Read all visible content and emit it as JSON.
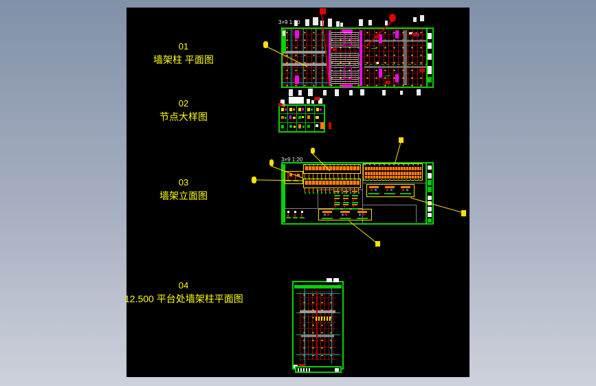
{
  "workspace": {
    "kind": "cad-black-viewport",
    "background_top": "#8191a9",
    "background_bottom": "#cdd1db",
    "canvas_color": "#000000"
  },
  "figures": [
    {
      "number": "01",
      "title": "墙架柱 平面图"
    },
    {
      "number": "02",
      "title": "节点大样图"
    },
    {
      "number": "03",
      "title": "墙架立面图"
    },
    {
      "number": "04",
      "title": "12.500 平台处墙架柱平面图"
    }
  ],
  "drawings": {
    "d01": {
      "scale_note": "3×9 1:20"
    },
    "d03": {
      "scale_note": "3×9 1:20"
    }
  },
  "colors": {
    "sheet_border_green": "#00d400",
    "grid_dark_red": "#8c0000",
    "highlight_yellow": "#ffe000",
    "label_yellow": "#ffff00",
    "column_magenta": "#ff00ff",
    "axis_teal": "#00a8a8",
    "elevation_orange": "#ff8000",
    "marker_red": "#e00000",
    "dimension_white": "#ffffff"
  }
}
